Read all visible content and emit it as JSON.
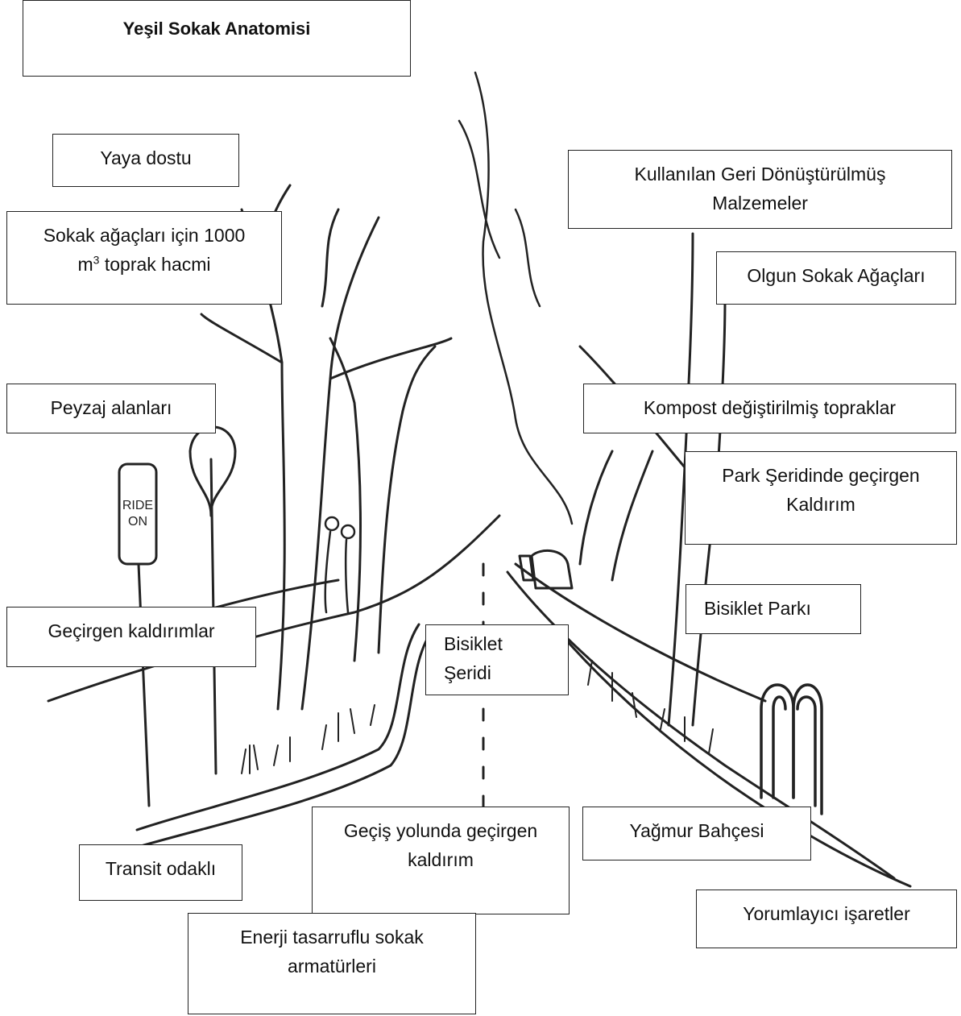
{
  "title": "Yeşil Sokak Anatomisi",
  "labels": {
    "pedestrian": "Yaya dostu",
    "soil_volume_line1": "Sokak ağaçları için 1000",
    "soil_volume_unit": "m",
    "soil_volume_exp": "3",
    "soil_volume_rest": "toprak hacmi",
    "landscape": "Peyzaj alanları",
    "permeable_sidewalks": "Geçirgen kaldırımlar",
    "bike_lane_line1": "Bisiklet",
    "bike_lane_line2": "Şeridi",
    "transit": "Transit odaklı",
    "driveway_line1": "Geçiş yolunda geçirgen",
    "driveway_line2": "kaldırım",
    "energy_line1": "Enerji tasarruflu sokak",
    "energy_line2": "armatürleri",
    "recycled_line1": "Kullanılan Geri Dönüştürülmüş",
    "recycled_line2": "Malzemeler",
    "mature_trees": "Olgun Sokak Ağaçları",
    "compost": "Kompost değiştirilmiş topraklar",
    "parking_line1": "Park Şeridinde geçirgen",
    "parking_line2": "Kaldırım",
    "bike_parking": "Bisiklet Parkı",
    "rain_garden": "Yağmur Bahçesi",
    "interpretive": "Yorumlayıcı işaretler"
  },
  "sketch": {
    "sign_text_1": "RIDE",
    "sign_text_2": "ON"
  },
  "colors": {
    "ink": "#222222",
    "box_border": "#222222",
    "background": "#ffffff"
  }
}
